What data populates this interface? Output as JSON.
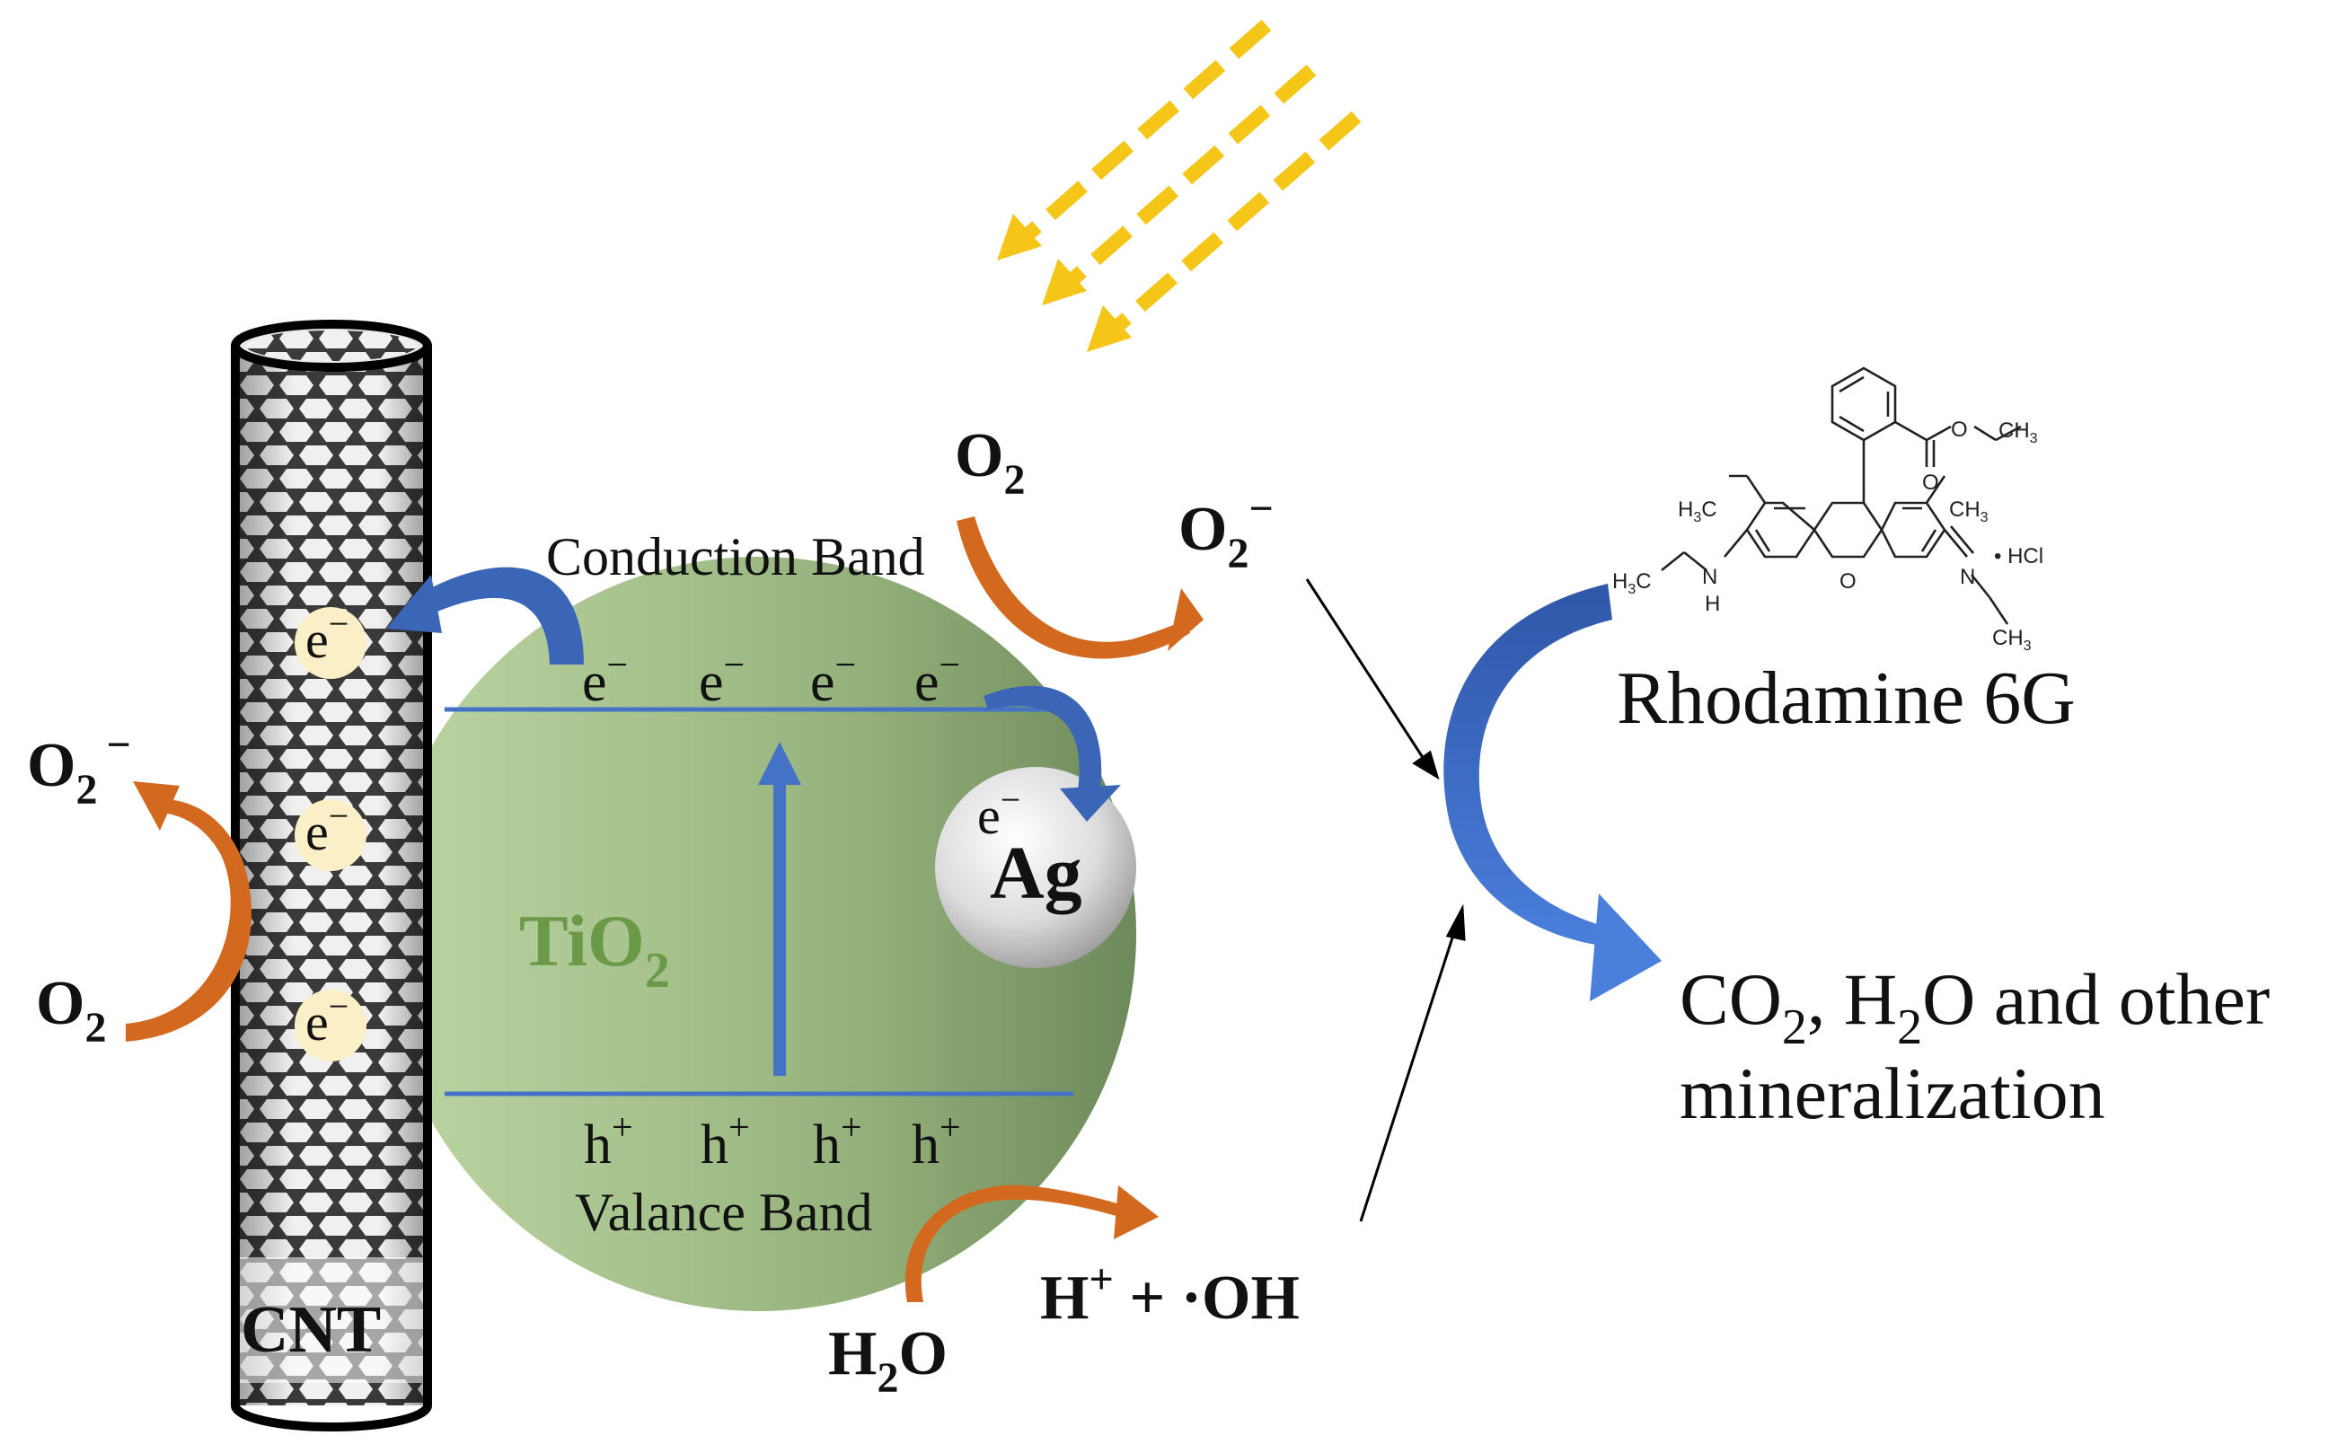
{
  "colors": {
    "tio2_green": "#9ab780",
    "band_blue": "#4472c4",
    "arrow_orange": "#d2691e",
    "light_yellow": "#f5c518",
    "cnt_gray": "#4a4a4a",
    "electron_fill": "#fbefc8",
    "tio2_label": "#5f8f3f"
  },
  "cnt": {
    "label": "CNT"
  },
  "electron": {
    "symbol": "e",
    "charge": "−"
  },
  "hole": {
    "symbol": "h",
    "charge": "+"
  },
  "tio2": {
    "label_main": "TiO",
    "label_sub": "2",
    "conduction_band": "Conduction Band",
    "valence_band": "Valance Band"
  },
  "ag": {
    "label": "Ag"
  },
  "species": {
    "o2_main": "O",
    "o2_sub": "2",
    "superoxide_charge": "−",
    "h2o_h": "H",
    "h2o_sub": "2",
    "h2o_o": "O",
    "radical_h": "H",
    "radical_plus": "+",
    "radical_rest": " + ·OH"
  },
  "dye": {
    "name": "Rhodamine 6G",
    "structure_labels": {
      "ch3_top": "CH",
      "ch3_sub": "3",
      "o_ester": "O",
      "o_carbonyl": "O",
      "h3c_left": "H",
      "h3c_left_sub": "3",
      "h3c_left_c": "C",
      "n_left": "N",
      "h_left": "H",
      "o_ring": "O",
      "n_right": "N",
      "hcl": "• HCl"
    }
  },
  "products": {
    "line1_co": "CO",
    "line1_sub": "2",
    "line1_mid": ", H",
    "line1_sub2": "2",
    "line1_end": "O and other",
    "line2": "mineralization"
  }
}
